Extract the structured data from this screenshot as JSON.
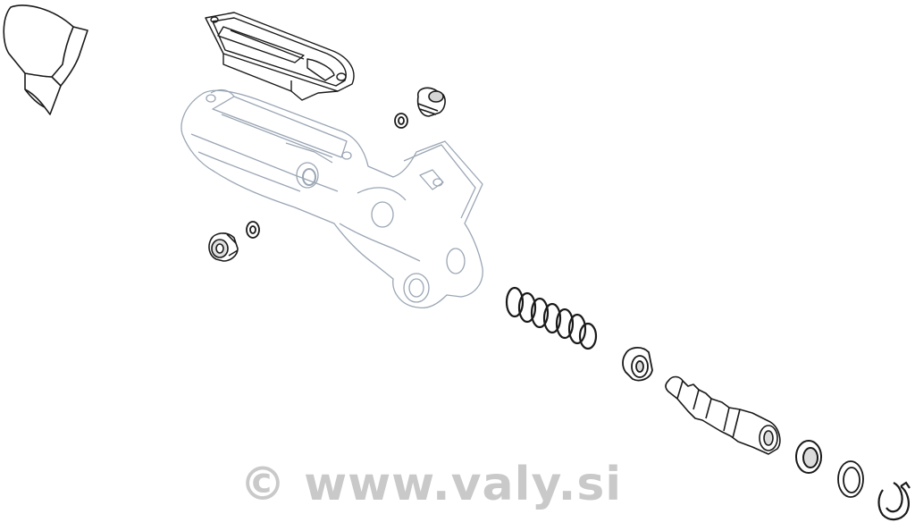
{
  "watermark": {
    "text": "© www.valy.si"
  },
  "parts": [
    {
      "name": "lever-clamp-bracket"
    },
    {
      "name": "reservoir-cap-diaphragm"
    },
    {
      "name": "bleed-screw-top"
    },
    {
      "name": "o-ring-top"
    },
    {
      "name": "master-cylinder-body"
    },
    {
      "name": "bleed-screw-left"
    },
    {
      "name": "o-ring-left"
    },
    {
      "name": "return-spring"
    },
    {
      "name": "piston-seal-cup"
    },
    {
      "name": "piston-assembly"
    },
    {
      "name": "primary-seal"
    },
    {
      "name": "washer"
    },
    {
      "name": "retaining-circlip"
    }
  ],
  "colors": {
    "ink": "#1a1a1a",
    "ghost": "#9aa6b4",
    "watermark": "#c9c9c9"
  }
}
